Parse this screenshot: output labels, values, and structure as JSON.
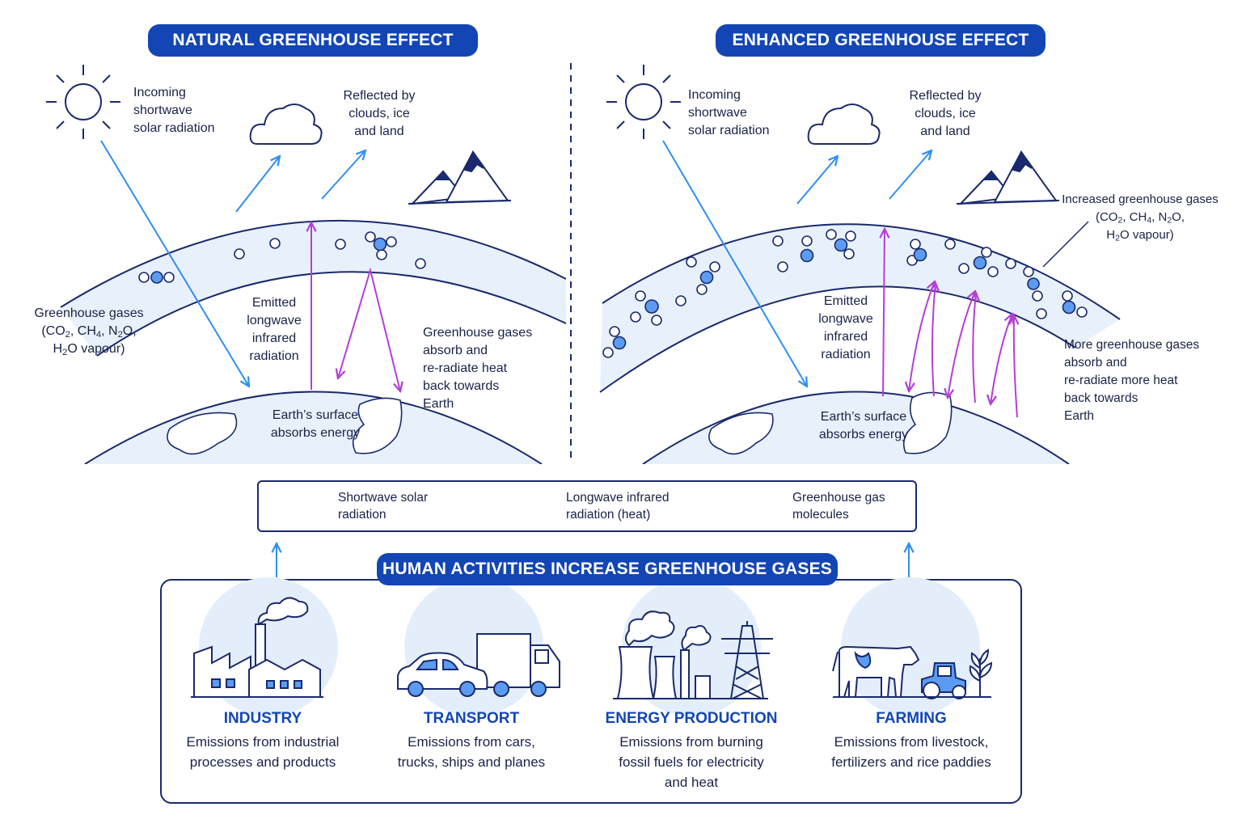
{
  "natural": {
    "title": "NATURAL  GREENHOUSE EFFECT",
    "incoming": [
      "Incoming",
      "shortwave",
      "solar radiation"
    ],
    "reflected": [
      "Reflected by",
      "clouds, ice",
      "and land"
    ],
    "gases": [
      "Greenhouse gases",
      "(CO2, CH4, N2O,",
      "H2O vapour)"
    ],
    "emitted": [
      "Emitted",
      "longwave",
      "infrared",
      "radiation"
    ],
    "absorb": [
      "Greenhouse gases",
      "absorb and",
      "re-radiate heat",
      "back towards",
      "Earth"
    ],
    "surface": [
      "Earth’s surface",
      "absorbs energy"
    ]
  },
  "enhanced": {
    "title": "ENHANCED GREENHOUSE EFFECT",
    "incoming": [
      "Incoming",
      "shortwave",
      "solar radiation"
    ],
    "reflected": [
      "Reflected by",
      "clouds, ice",
      "and land"
    ],
    "increased": [
      "Increased greenhouse gases",
      "(CO2, CH4, N2O,",
      "H2O vapour)"
    ],
    "emitted": [
      "Emitted",
      "longwave",
      "infrared",
      "radiation"
    ],
    "more": [
      "More greenhouse gases",
      "absorb and",
      "re-radiate more heat",
      "back towards",
      "Earth"
    ],
    "surface": [
      "Earth’s surface",
      "absorbs energy"
    ]
  },
  "legend": {
    "shortwave": [
      "Shortwave solar",
      "radiation"
    ],
    "longwave": [
      "Longwave infrared",
      "radiation (heat)"
    ],
    "molecules": [
      "Greenhouse gas",
      "molecules"
    ]
  },
  "human": {
    "title": "HUMAN ACTIVITIES INCREASE GREENHOUSE GASES",
    "activities": [
      {
        "title": "INDUSTRY",
        "desc": [
          "Emissions from industrial",
          "processes and products"
        ]
      },
      {
        "title": "TRANSPORT",
        "desc": [
          "Emissions from cars,",
          "trucks, ships and planes"
        ]
      },
      {
        "title": "ENERGY PRODUCTION",
        "desc": [
          "Emissions from burning",
          "fossil fuels for electricity",
          "and heat"
        ]
      },
      {
        "title": "FARMING",
        "desc": [
          "Emissions from livestock,",
          "fertilizers and rice paddies"
        ]
      }
    ]
  },
  "colors": {
    "shortwave": "#2f8ff0",
    "longwave": "#b43fd6",
    "accent": "#1346b4",
    "molecule": "#5b9cf0",
    "atmosphere": "#e8f1fb"
  },
  "icons": [
    "sun-icon",
    "cloud-icon",
    "mountain-icon",
    "molecule-icon",
    "factory-icon",
    "truck-icon",
    "car-icon",
    "power-plant-icon",
    "pylon-icon",
    "cow-icon",
    "tractor-icon",
    "plant-icon"
  ]
}
